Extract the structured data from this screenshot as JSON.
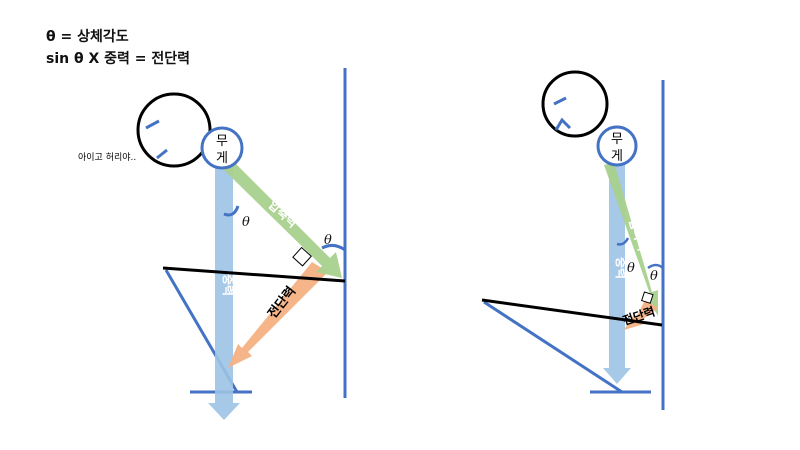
{
  "legend": {
    "line1": "θ = 상체각도",
    "line2": "sin θ X 중력 = 전단력"
  },
  "labels": {
    "weight_top": "무",
    "weight_bottom": "게",
    "exclaim": "아이고 허리야..",
    "gravity": "중력",
    "compression": "압축력",
    "shear": "전단력",
    "theta": "θ"
  },
  "colors": {
    "structure": "#4472c4",
    "gravity_arrow": "#9dc3e6",
    "compression_arrow": "#a9d18e",
    "shear_arrow": "#f4b183",
    "outline": "#000000"
  }
}
